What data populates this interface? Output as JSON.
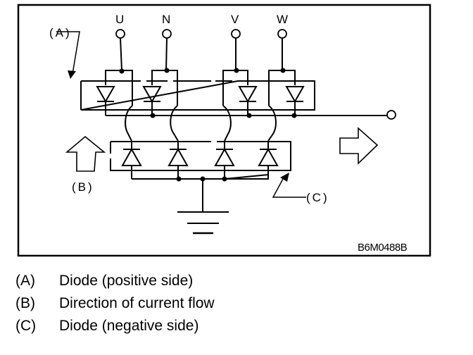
{
  "diagram": {
    "terminals": [
      {
        "label": "U"
      },
      {
        "label": "N"
      },
      {
        "label": "V"
      },
      {
        "label": "W"
      }
    ],
    "callouts": {
      "a": "(A)",
      "b": "(B)",
      "c": "(C)"
    },
    "figure_code": "B6M0488B"
  },
  "legend": [
    {
      "key": "(A)",
      "text": "Diode (positive side)"
    },
    {
      "key": "(B)",
      "text": "Direction of current flow"
    },
    {
      "key": "(C)",
      "text": "Diode (negative side)"
    }
  ]
}
